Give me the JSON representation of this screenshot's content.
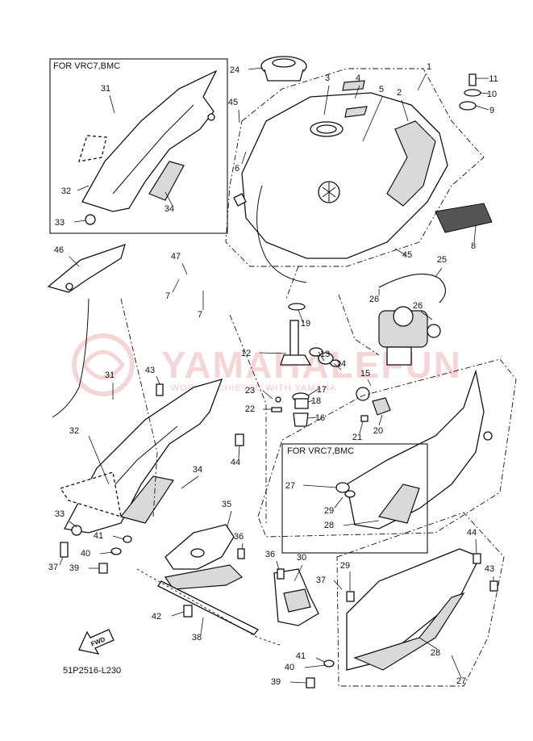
{
  "diagram": {
    "code": "51P2516-L230",
    "fwd_label": "FWD",
    "watermark": {
      "brand": "YAMAHALEFUN",
      "sub": "WORLD ACHIEVED WITH YAMAHA"
    },
    "variant_boxes": [
      {
        "label": "FOR VRC7,BMC"
      },
      {
        "label": "FOR VRC7,BMC"
      }
    ],
    "callouts": [
      {
        "n": "1"
      },
      {
        "n": "2"
      },
      {
        "n": "3"
      },
      {
        "n": "4"
      },
      {
        "n": "5"
      },
      {
        "n": "6"
      },
      {
        "n": "7"
      },
      {
        "n": "7"
      },
      {
        "n": "8"
      },
      {
        "n": "9"
      },
      {
        "n": "10"
      },
      {
        "n": "11"
      },
      {
        "n": "12"
      },
      {
        "n": "13"
      },
      {
        "n": "14"
      },
      {
        "n": "15"
      },
      {
        "n": "16"
      },
      {
        "n": "17"
      },
      {
        "n": "18"
      },
      {
        "n": "19"
      },
      {
        "n": "20"
      },
      {
        "n": "21"
      },
      {
        "n": "22"
      },
      {
        "n": "23"
      },
      {
        "n": "24"
      },
      {
        "n": "25"
      },
      {
        "n": "26"
      },
      {
        "n": "26"
      },
      {
        "n": "27"
      },
      {
        "n": "27"
      },
      {
        "n": "28"
      },
      {
        "n": "28"
      },
      {
        "n": "29"
      },
      {
        "n": "29"
      },
      {
        "n": "30"
      },
      {
        "n": "31"
      },
      {
        "n": "31"
      },
      {
        "n": "32"
      },
      {
        "n": "32"
      },
      {
        "n": "33"
      },
      {
        "n": "33"
      },
      {
        "n": "34"
      },
      {
        "n": "34"
      },
      {
        "n": "35"
      },
      {
        "n": "36"
      },
      {
        "n": "36"
      },
      {
        "n": "37"
      },
      {
        "n": "37"
      },
      {
        "n": "38"
      },
      {
        "n": "39"
      },
      {
        "n": "39"
      },
      {
        "n": "40"
      },
      {
        "n": "40"
      },
      {
        "n": "41"
      },
      {
        "n": "41"
      },
      {
        "n": "42"
      },
      {
        "n": "43"
      },
      {
        "n": "43"
      },
      {
        "n": "44"
      },
      {
        "n": "44"
      },
      {
        "n": "45"
      },
      {
        "n": "45"
      },
      {
        "n": "46"
      },
      {
        "n": "47"
      }
    ]
  }
}
